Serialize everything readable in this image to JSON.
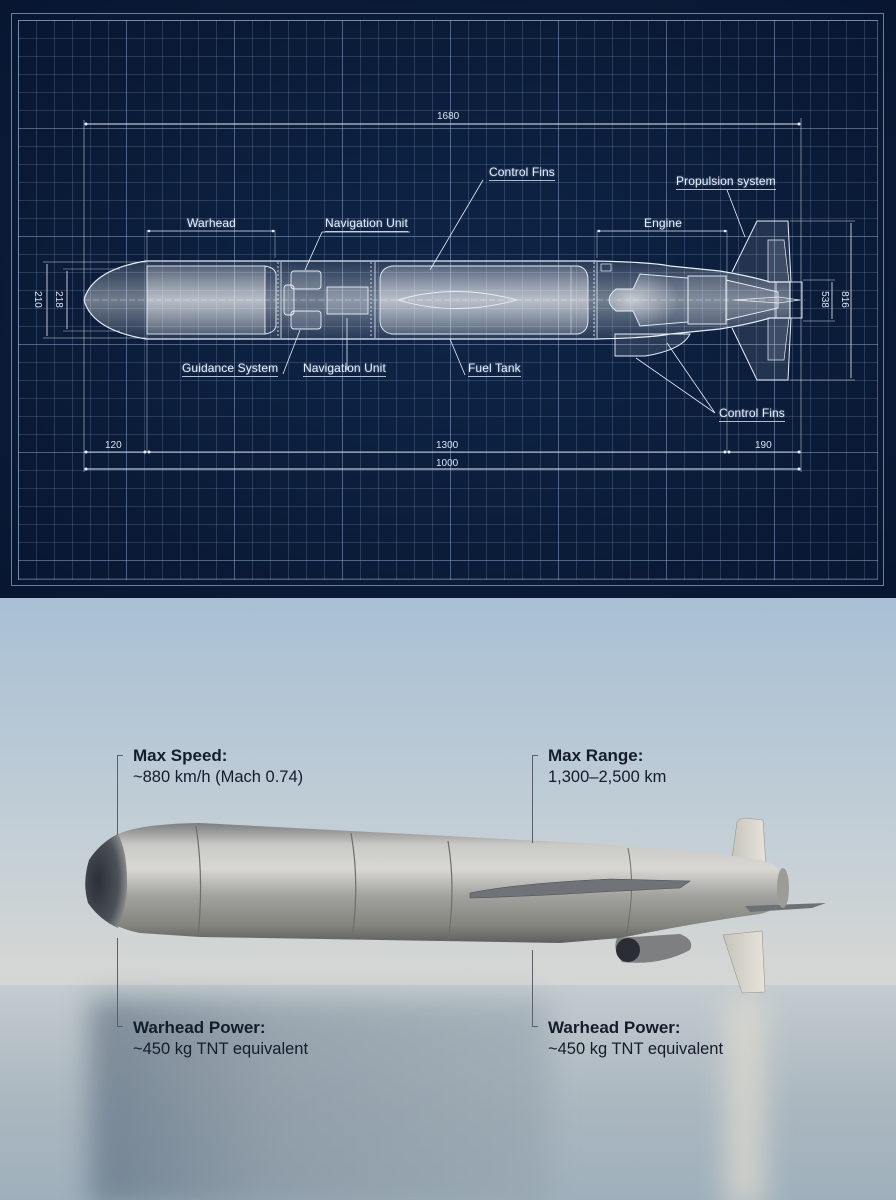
{
  "blueprint": {
    "labels": {
      "warhead": "Warhead",
      "navigation_unit_top": "Navigation Unit",
      "control_fins_top": "Control Fins",
      "propulsion_system": "Propulsion system",
      "engine": "Engine",
      "guidance_system": "Guidance System",
      "navigation_unit_bottom": "Navigation Unit",
      "fuel_tank": "Fuel Tank",
      "control_fins_bottom": "Control Fins"
    },
    "dimensions": {
      "overall_top": "1680",
      "nose": "120",
      "body": "1300",
      "tail": "190",
      "overall_bottom": "1000",
      "outer_diameter_left": "210",
      "inner_diameter_left": "218",
      "nozzle_diameter_right": "538",
      "fin_span_right": "816"
    },
    "colors": {
      "background": "#0b1d3a",
      "line": "#e8eef8",
      "grid": "#a0b9e1"
    }
  },
  "photo": {
    "specs": [
      {
        "title": "Max Speed:",
        "value": "~880 km/h (Mach 0.74)"
      },
      {
        "title": "Max Range:",
        "value": "1,300–2,500 km"
      },
      {
        "title": "Warhead Power:",
        "value": "~450 kg TNT equivalent"
      },
      {
        "title": "Warhead Power:",
        "value": "~450 kg TNT equivalent"
      }
    ],
    "colors": {
      "text": "#151c2b",
      "sky_top": "#a9c0d4",
      "horizon": "#dfdcd2",
      "sea": "#b7c1c7"
    }
  }
}
